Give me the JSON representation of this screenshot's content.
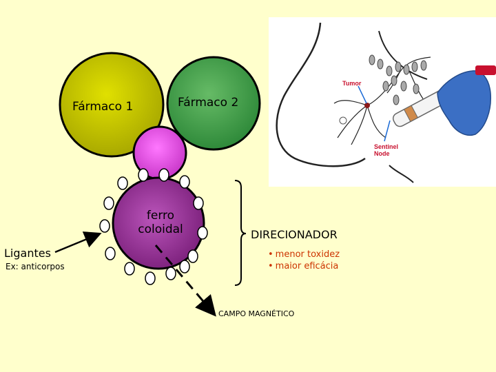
{
  "diagram": {
    "drug1_label": "Fármaco 1",
    "drug2_label": "Fármaco 2",
    "core_label": "ferro coloidal",
    "ligand_title": "Ligantes",
    "ligand_example": "Ex: anticorpos",
    "director_label": "DIRECIONADOR",
    "benefits": [
      "menor toxidez",
      "maior eficácia"
    ],
    "magnetic_field_label": "CAMPO MAGNÉTICO"
  },
  "photo": {
    "tumor_label": "Tumor",
    "sentinel_node_label": "Sentinel Node"
  },
  "colors": {
    "background": "#ffffcc",
    "drug1": "#c8c800",
    "drug2": "#66bb66",
    "linker": "#ee55ee",
    "core": "#aa33aa",
    "benefit_text": "#cc3300",
    "photo_label": "#c8102e"
  }
}
